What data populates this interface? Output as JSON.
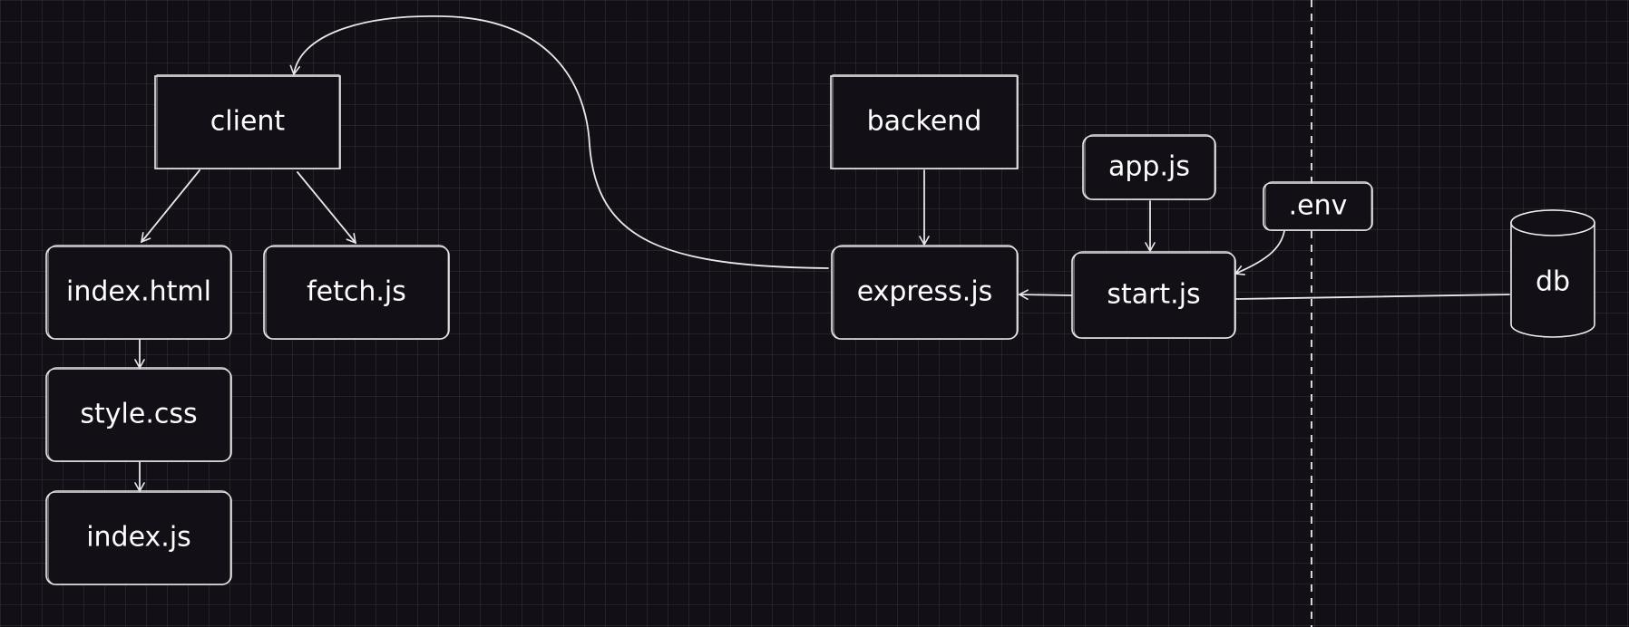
{
  "diagram": {
    "nodes": [
      {
        "id": "client",
        "label": "client"
      },
      {
        "id": "index_html",
        "label": "index.html"
      },
      {
        "id": "fetch_js",
        "label": "fetch.js"
      },
      {
        "id": "style_css",
        "label": "style.css"
      },
      {
        "id": "index_js",
        "label": "index.js"
      },
      {
        "id": "backend",
        "label": "backend"
      },
      {
        "id": "express_js",
        "label": "express.js"
      },
      {
        "id": "app_js",
        "label": "app.js"
      },
      {
        "id": "start_js",
        "label": "start.js"
      },
      {
        "id": "env",
        "label": ".env"
      },
      {
        "id": "db",
        "label": "db"
      }
    ],
    "edges": [
      {
        "from": "client",
        "to": "index_html"
      },
      {
        "from": "client",
        "to": "fetch_js"
      },
      {
        "from": "index_html",
        "to": "style_css"
      },
      {
        "from": "style_css",
        "to": "index_js"
      },
      {
        "from": "backend",
        "to": "express_js"
      },
      {
        "from": "app_js",
        "to": "start_js"
      },
      {
        "from": "env",
        "to": "start_js"
      },
      {
        "from": "start_js",
        "to": "express_js"
      },
      {
        "from": "express_js",
        "to": "client"
      },
      {
        "from": "start_js",
        "to": "db",
        "arrow": false
      }
    ]
  },
  "colors": {
    "background": "#121016",
    "grid": "#2b2a30",
    "stroke": "#ececec",
    "text": "#ffffff"
  }
}
